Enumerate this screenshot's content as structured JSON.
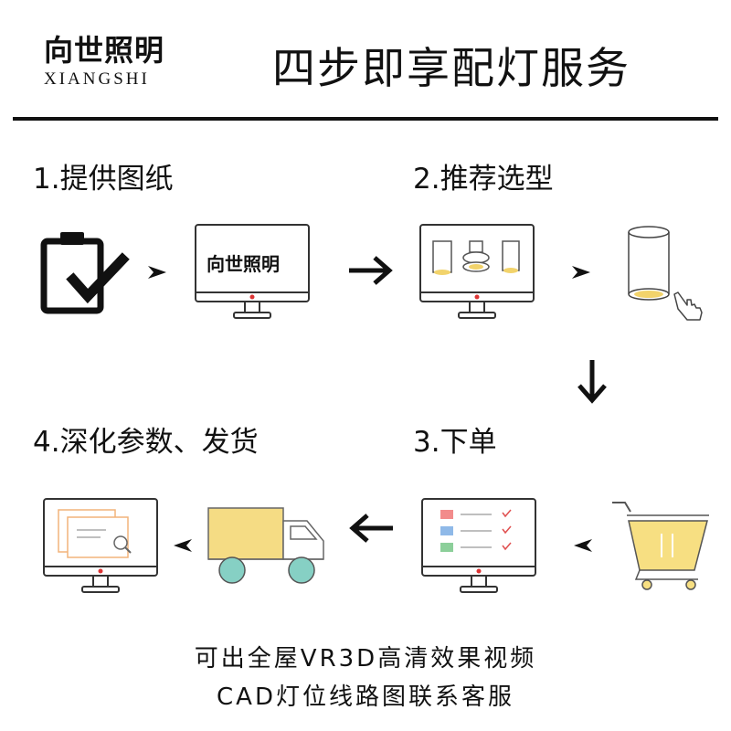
{
  "brand": {
    "name_cn": "向世照明",
    "name_en": "XIANGSHI"
  },
  "headline": "四步即享配灯服务",
  "steps": [
    {
      "label": "1.提供图纸"
    },
    {
      "label": "2.推荐选型"
    },
    {
      "label": "3.下单"
    },
    {
      "label": "4.深化参数、发货"
    }
  ],
  "monitor_brand_text": "向世照明",
  "footer": {
    "line1": "可出全屋VR3D高清效果视频",
    "line2": "CAD灯位线路图联系客服"
  },
  "colors": {
    "text": "#111111",
    "lamp_glow": "#f2d36b",
    "truck_box": "#f5dc84",
    "truck_wheel": "#86d0c4",
    "cart_fill": "#f7df82",
    "doc_orange": "#f2b47a",
    "list_red": "#f28b8b",
    "list_blue": "#8fb9e8",
    "list_green": "#8ccf9a"
  },
  "icons": [
    "clipboard-check-icon",
    "monitor-icon",
    "downlight-products-icon",
    "cylinder-light-icon",
    "pointing-hand-icon",
    "shopping-cart-icon",
    "checklist-icon",
    "truck-icon",
    "document-search-icon",
    "arrow-icon"
  ]
}
